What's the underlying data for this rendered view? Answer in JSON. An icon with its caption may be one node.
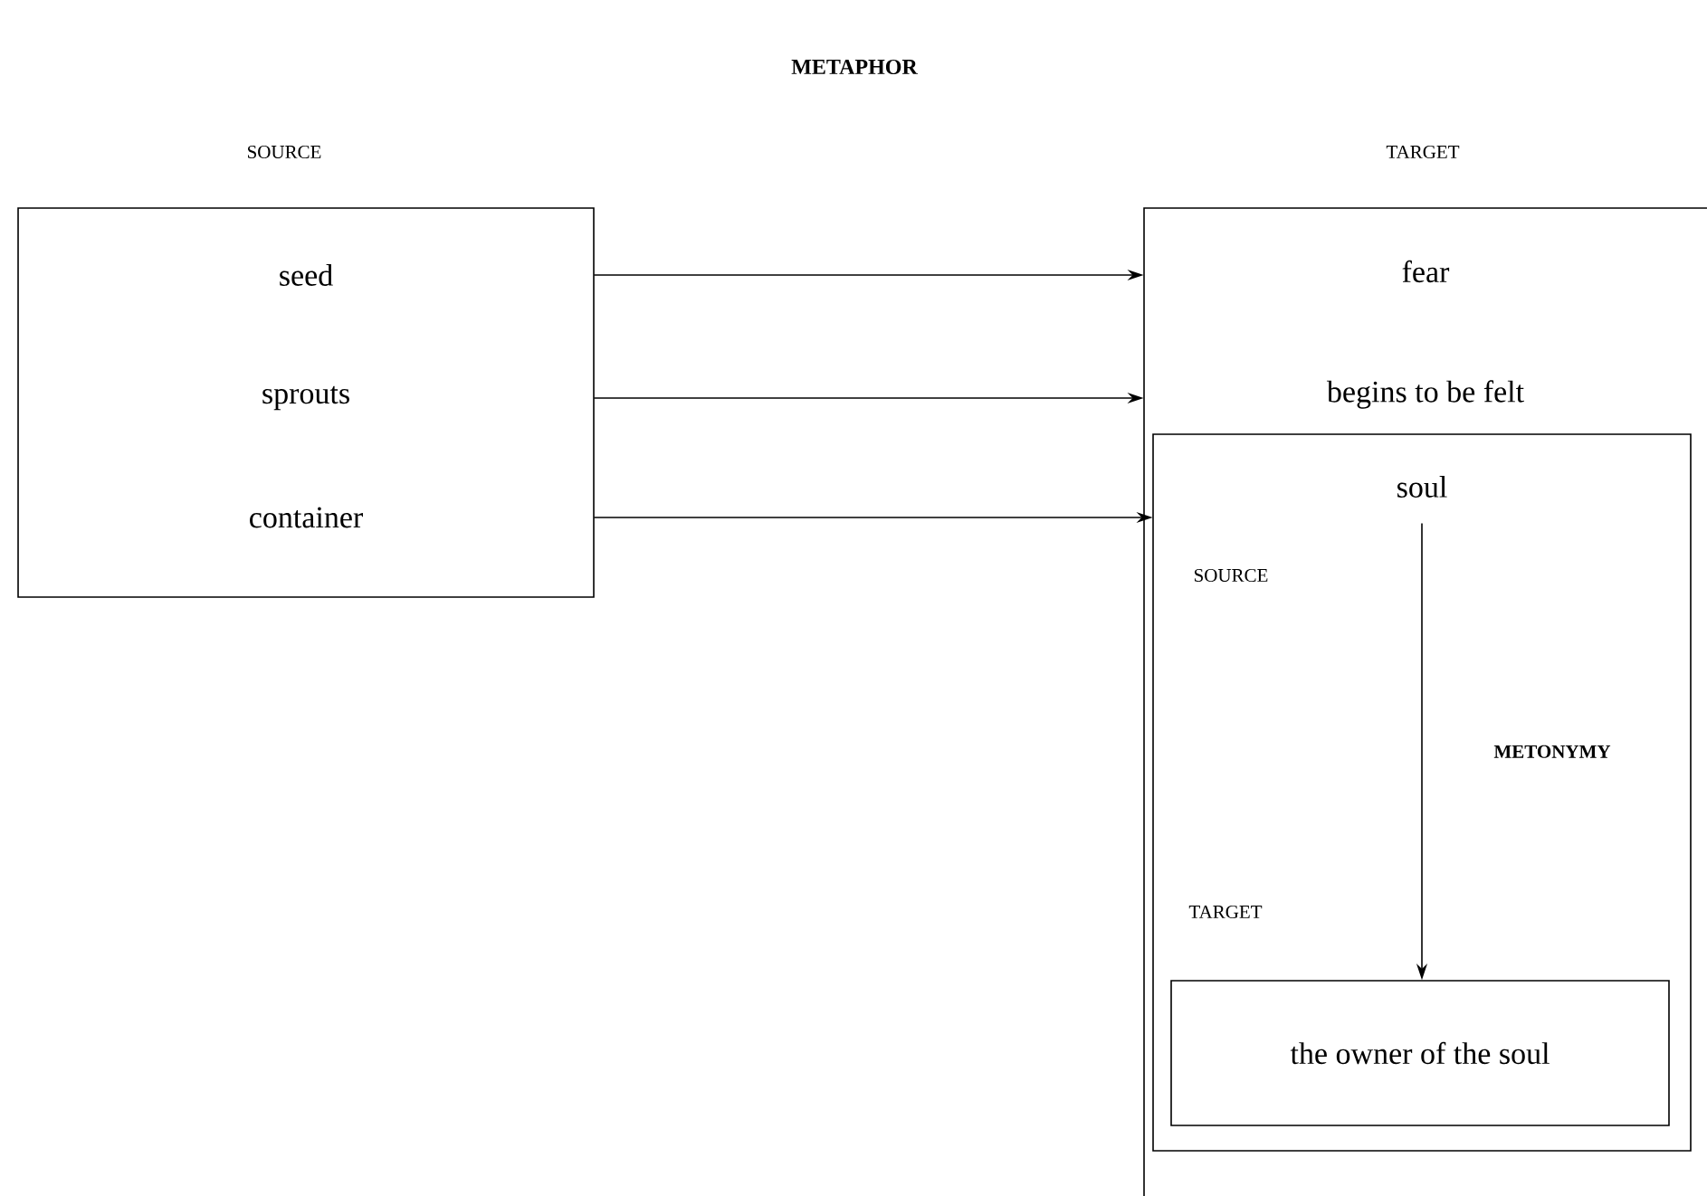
{
  "diagram": {
    "title": "METAPHOR",
    "nodes": [
      {
        "text": [
          "seed",
          "sprouts",
          "container"
        ]
      },
      {
        "text": [
          "fear",
          "begins to be felt"
        ]
      },
      {
        "text": [],
        "shape": "box",
        "in": 1
      },
      {
        "text": [
          "soul"
        ],
        "in": 2
      },
      {
        "text": [
          "the owner of the soul"
        ],
        "in": 2
      }
    ],
    "edges": [
      {
        "from": 0,
        "to": 1,
        "arrow": "to"
      },
      {
        "from": 0,
        "to": 1,
        "arrow": "to"
      },
      {
        "from": 0,
        "to": 2,
        "arrow": "to"
      },
      {
        "from": 3,
        "to": 4,
        "arrow": "to",
        "label": "METONYMY"
      }
    ],
    "labels": [
      "SOURCE",
      "TARGET",
      "SOURCE",
      "TARGET"
    ]
  }
}
